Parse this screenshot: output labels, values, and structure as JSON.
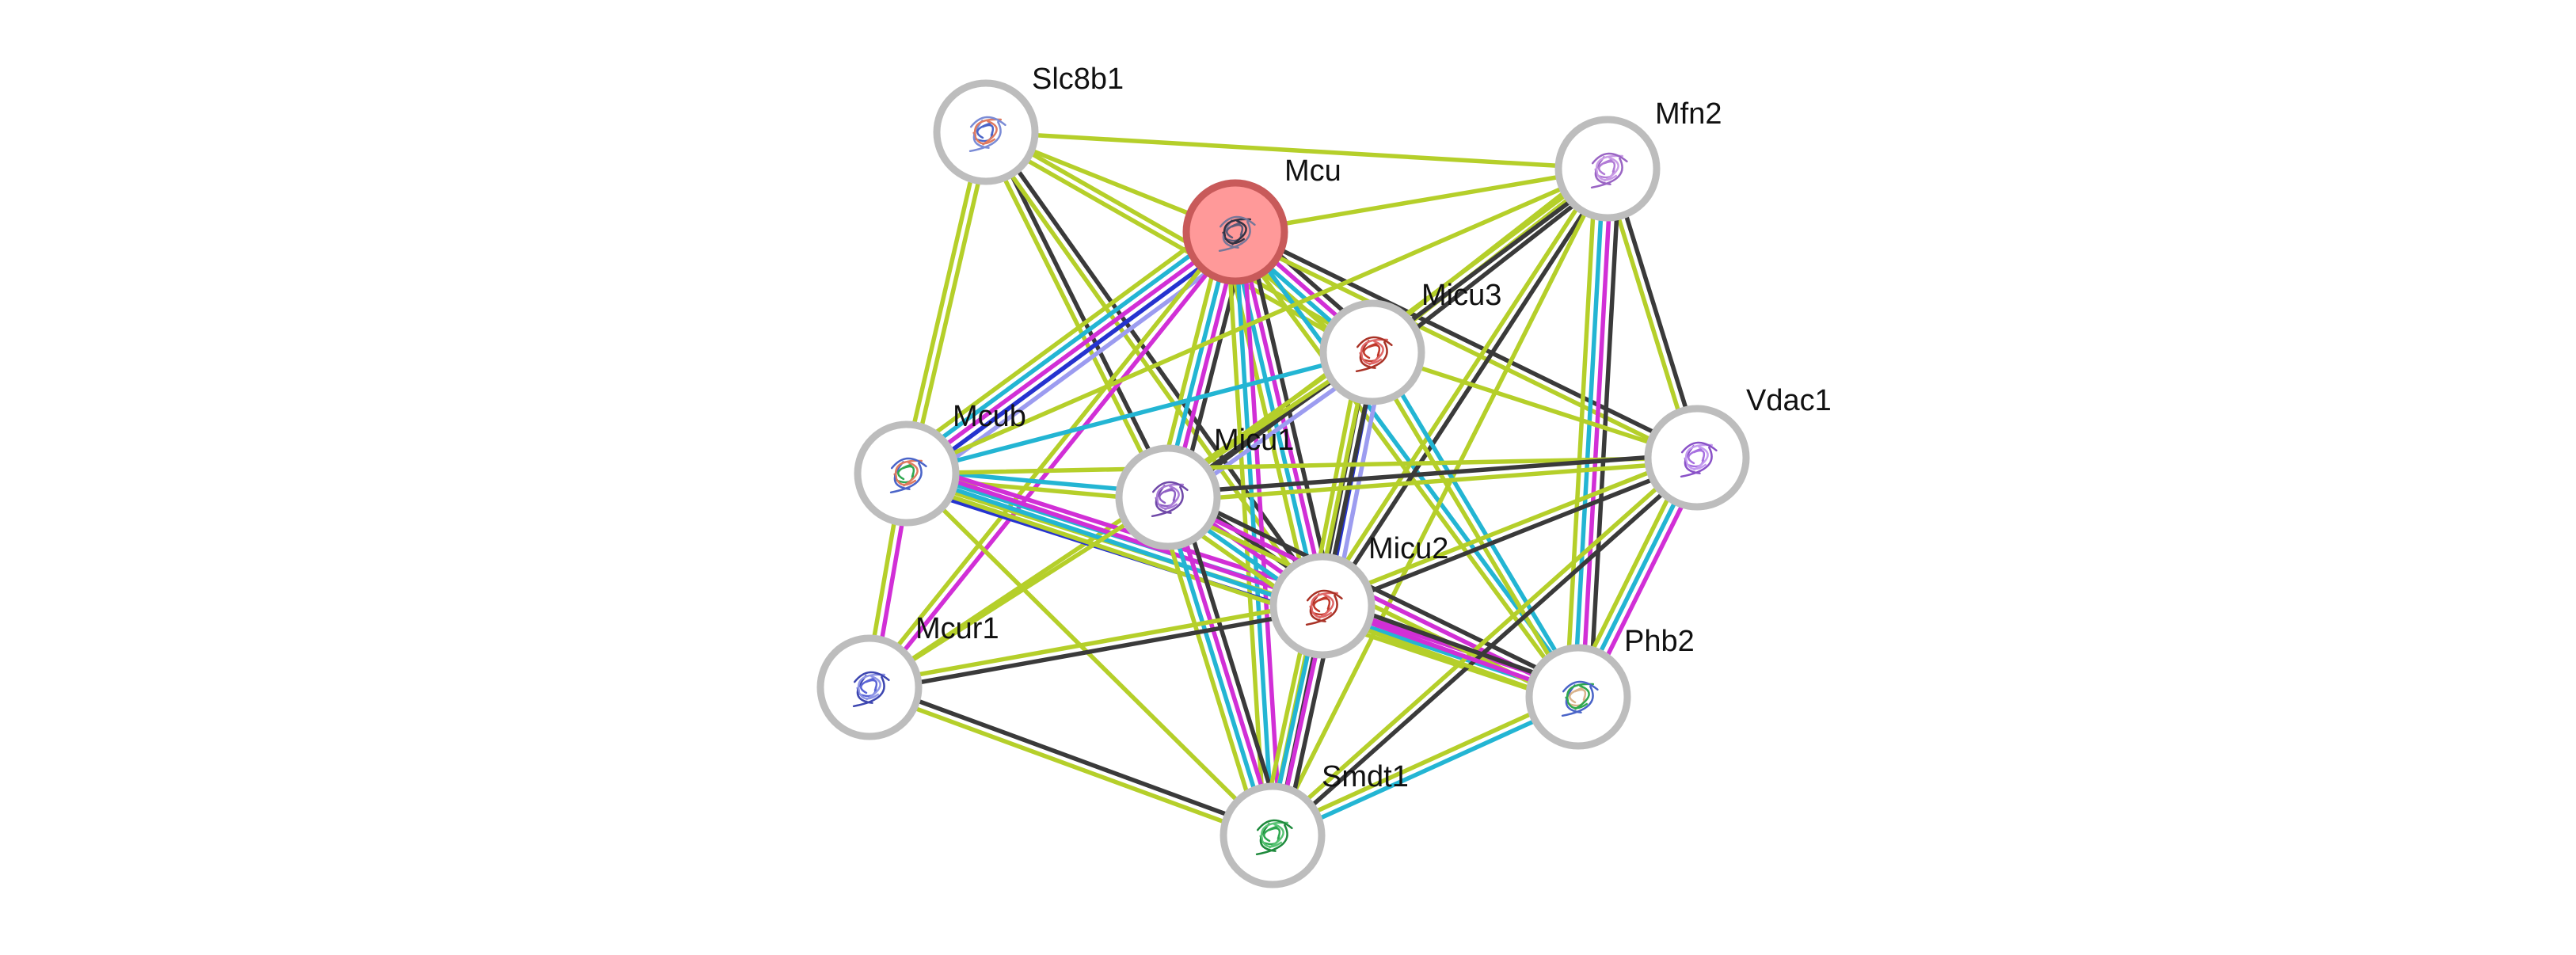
{
  "network": {
    "query_protein": "Mcu",
    "colors": {
      "textmining": "#b5cf2a",
      "coexpression": "#3a3a3a",
      "experiments": "#d12fd6",
      "database": "#23b5d3",
      "homology": "#9c9cf0",
      "cooccurrence": "#2533cf",
      "node_ring": "#bdbdbd",
      "query_fill": "#ff9999",
      "query_ring": "#c85a5a"
    },
    "nodes": [
      {
        "id": "Slc8b1",
        "label": "Slc8b1",
        "query": false
      },
      {
        "id": "Mcu",
        "label": "Mcu",
        "query": true
      },
      {
        "id": "Mfn2",
        "label": "Mfn2",
        "query": false
      },
      {
        "id": "Micu3",
        "label": "Micu3",
        "query": false
      },
      {
        "id": "Mcub",
        "label": "Mcub",
        "query": false
      },
      {
        "id": "Micu1",
        "label": "Micu1",
        "query": false
      },
      {
        "id": "Vdac1",
        "label": "Vdac1",
        "query": false
      },
      {
        "id": "Micu2",
        "label": "Micu2",
        "query": false
      },
      {
        "id": "Mcur1",
        "label": "Mcur1",
        "query": false
      },
      {
        "id": "Phb2",
        "label": "Phb2",
        "query": false
      },
      {
        "id": "Smdt1",
        "label": "Smdt1",
        "query": false
      }
    ],
    "edges": [
      {
        "source": "Slc8b1",
        "target": "Mfn2",
        "evidence": [
          "textmining"
        ]
      },
      {
        "source": "Slc8b1",
        "target": "Mcub",
        "evidence": [
          "textmining",
          "textmining"
        ]
      },
      {
        "source": "Slc8b1",
        "target": "Micu1",
        "evidence": [
          "coexpression",
          "textmining"
        ]
      },
      {
        "source": "Slc8b1",
        "target": "Micu3",
        "evidence": [
          "textmining",
          "textmining"
        ]
      },
      {
        "source": "Slc8b1",
        "target": "Micu2",
        "evidence": [
          "coexpression",
          "textmining"
        ]
      },
      {
        "source": "Slc8b1",
        "target": "Mcu",
        "evidence": [
          "textmining"
        ]
      },
      {
        "source": "Mcu",
        "target": "Mfn2",
        "evidence": [
          "textmining"
        ]
      },
      {
        "source": "Mcu",
        "target": "Micu3",
        "evidence": [
          "coexpression",
          "experiments",
          "database",
          "textmining"
        ]
      },
      {
        "source": "Mcu",
        "target": "Mcub",
        "evidence": [
          "homology",
          "cooccurrence",
          "experiments",
          "database",
          "textmining"
        ]
      },
      {
        "source": "Mcu",
        "target": "Micu1",
        "evidence": [
          "coexpression",
          "experiments",
          "database",
          "textmining"
        ]
      },
      {
        "source": "Mcu",
        "target": "Micu2",
        "evidence": [
          "coexpression",
          "experiments",
          "database",
          "textmining"
        ]
      },
      {
        "source": "Mcu",
        "target": "Vdac1",
        "evidence": [
          "coexpression",
          "textmining"
        ]
      },
      {
        "source": "Mcu",
        "target": "Mcur1",
        "evidence": [
          "experiments",
          "textmining"
        ]
      },
      {
        "source": "Mcu",
        "target": "Smdt1",
        "evidence": [
          "experiments",
          "database",
          "textmining"
        ]
      },
      {
        "source": "Mcu",
        "target": "Phb2",
        "evidence": [
          "database",
          "textmining"
        ]
      },
      {
        "source": "Mfn2",
        "target": "Micu3",
        "evidence": [
          "coexpression",
          "textmining",
          "textmining"
        ]
      },
      {
        "source": "Mfn2",
        "target": "Vdac1",
        "evidence": [
          "coexpression",
          "textmining"
        ]
      },
      {
        "source": "Mfn2",
        "target": "Micu1",
        "evidence": [
          "coexpression",
          "textmining"
        ]
      },
      {
        "source": "Mfn2",
        "target": "Micu2",
        "evidence": [
          "coexpression",
          "textmining"
        ]
      },
      {
        "source": "Mfn2",
        "target": "Phb2",
        "evidence": [
          "coexpression",
          "experiments",
          "database",
          "textmining"
        ]
      },
      {
        "source": "Mfn2",
        "target": "Smdt1",
        "evidence": [
          "textmining"
        ]
      },
      {
        "source": "Mfn2",
        "target": "Mcub",
        "evidence": [
          "textmining"
        ]
      },
      {
        "source": "Micu3",
        "target": "Micu1",
        "evidence": [
          "homology",
          "coexpression",
          "textmining"
        ]
      },
      {
        "source": "Micu3",
        "target": "Micu2",
        "evidence": [
          "homology",
          "cooccurrence",
          "coexpression",
          "textmining"
        ]
      },
      {
        "source": "Micu3",
        "target": "Mcub",
        "evidence": [
          "database"
        ]
      },
      {
        "source": "Micu3",
        "target": "Vdac1",
        "evidence": [
          "textmining"
        ]
      },
      {
        "source": "Micu3",
        "target": "Phb2",
        "evidence": [
          "database",
          "textmining"
        ]
      },
      {
        "source": "Micu3",
        "target": "Smdt1",
        "evidence": [
          "coexpression",
          "textmining"
        ]
      },
      {
        "source": "Micu3",
        "target": "Mcur1",
        "evidence": [
          "textmining"
        ]
      },
      {
        "source": "Mcub",
        "target": "Micu1",
        "evidence": [
          "database",
          "textmining"
        ]
      },
      {
        "source": "Mcub",
        "target": "Micu2",
        "evidence": [
          "experiments",
          "database",
          "textmining",
          "cooccurrence"
        ]
      },
      {
        "source": "Mcub",
        "target": "Mcur1",
        "evidence": [
          "experiments",
          "textmining"
        ]
      },
      {
        "source": "Mcub",
        "target": "Smdt1",
        "evidence": [
          "textmining"
        ]
      },
      {
        "source": "Mcub",
        "target": "Phb2",
        "evidence": [
          "experiments",
          "database",
          "textmining"
        ]
      },
      {
        "source": "Mcub",
        "target": "Vdac1",
        "evidence": [
          "textmining"
        ]
      },
      {
        "source": "Micu1",
        "target": "Micu2",
        "evidence": [
          "coexpression",
          "experiments",
          "database",
          "textmining"
        ]
      },
      {
        "source": "Micu1",
        "target": "Vdac1",
        "evidence": [
          "coexpression",
          "textmining"
        ]
      },
      {
        "source": "Micu1",
        "target": "Smdt1",
        "evidence": [
          "coexpression",
          "experiments",
          "database",
          "textmining"
        ]
      },
      {
        "source": "Micu1",
        "target": "Phb2",
        "evidence": [
          "coexpression",
          "experiments",
          "textmining"
        ]
      },
      {
        "source": "Micu1",
        "target": "Mcur1",
        "evidence": [
          "textmining"
        ]
      },
      {
        "source": "Vdac1",
        "target": "Micu2",
        "evidence": [
          "coexpression",
          "textmining"
        ]
      },
      {
        "source": "Vdac1",
        "target": "Phb2",
        "evidence": [
          "experiments",
          "database",
          "textmining"
        ]
      },
      {
        "source": "Vdac1",
        "target": "Smdt1",
        "evidence": [
          "coexpression",
          "textmining"
        ]
      },
      {
        "source": "Micu2",
        "target": "Mcur1",
        "evidence": [
          "coexpression",
          "textmining"
        ]
      },
      {
        "source": "Micu2",
        "target": "Phb2",
        "evidence": [
          "coexpression",
          "experiments",
          "textmining"
        ]
      },
      {
        "source": "Micu2",
        "target": "Smdt1",
        "evidence": [
          "coexpression",
          "experiments",
          "database",
          "textmining"
        ]
      },
      {
        "source": "Mcur1",
        "target": "Smdt1",
        "evidence": [
          "coexpression",
          "textmining"
        ]
      },
      {
        "source": "Phb2",
        "target": "Smdt1",
        "evidence": [
          "database",
          "textmining"
        ]
      }
    ]
  }
}
